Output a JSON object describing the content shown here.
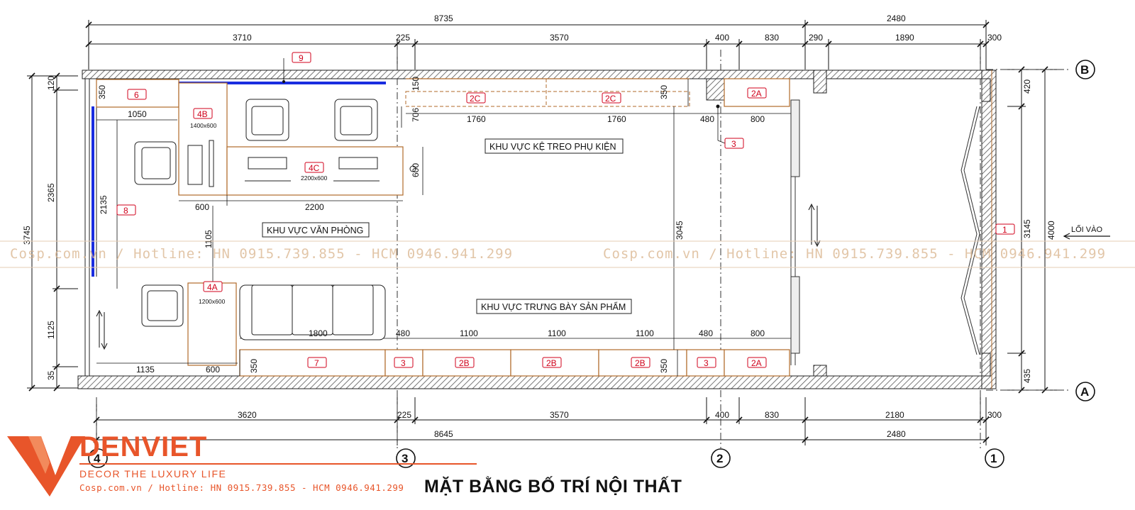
{
  "title": "MẶT BẰNG BỐ TRÍ NỘI THẤT",
  "brand": {
    "name": "DENVIET",
    "slogan": "DECOR THE LUXURY LIFE",
    "hotline": "Cosp.com.vn / Hotline: HN 0915.739.855 - HCM 0946.941.299",
    "color": "#e8552a"
  },
  "watermark": {
    "left": "Cosp.com.vn / Hotline: HN 0915.739.855 - HCM 0946.941.299",
    "right": "Cosp.com.vn / Hotline: HN 0915.739.855 - HCM 0946.941.299"
  },
  "dims_top": {
    "total_left": "8735",
    "total_right": "2480",
    "seg_1": "3710",
    "seg_2": "225",
    "seg_3": "3570",
    "seg_4": "400",
    "seg_5": "830",
    "seg_6": "290",
    "seg_7": "1890",
    "seg_8": "300"
  },
  "dims_bottom": {
    "seg_1": "3620",
    "seg_2": "225",
    "seg_3": "3570",
    "seg_4": "400",
    "seg_5": "830",
    "seg_6": "2180",
    "seg_7": "300",
    "total_left": "8645",
    "total_right": "2480"
  },
  "dims_left": {
    "total": "3745",
    "seg_1": "120",
    "seg_2": "2365",
    "seg_3": "1125",
    "seg_4": "35"
  },
  "dims_right": {
    "total": "4000",
    "seg_1": "420",
    "seg_2": "3145",
    "seg_3": "435"
  },
  "dims_inner": {
    "d350a": "350",
    "d1050": "1050",
    "d2135": "2135",
    "d1105": "1105",
    "d600a": "600",
    "d2200": "2200",
    "d600b": "600",
    "d150": "150",
    "d706": "706",
    "d1760a": "1760",
    "d1760b": "1760",
    "d350b": "350",
    "d480a": "480",
    "d800a": "800",
    "d3045": "3045",
    "d1800": "1800",
    "d480b": "480",
    "d1100a": "1100",
    "d1100b": "1100",
    "d1100c": "1100",
    "d480c": "480",
    "d800b": "800",
    "d1135": "1135",
    "d600c": "600",
    "d350c": "350",
    "d350d": "350"
  },
  "zones": {
    "accessories": "KHU VỰC KỆ TREO PHỤ KIỆN",
    "office": "KHU VỰC VĂN PHÒNG",
    "display": "KHU VỰC TRƯNG BÀY SẢN PHẨM"
  },
  "tags": {
    "t1": "1",
    "t2a_top": "2A",
    "t2a_bot": "2A",
    "t2b_1": "2B",
    "t2b_2": "2B",
    "t2b_3": "2B",
    "t2c_1": "2C",
    "t2c_2": "2C",
    "t3_top": "3",
    "t3_bot1": "3",
    "t3_bot2": "3",
    "t4a": "4A",
    "t4b": "4B",
    "t4c": "4C",
    "t6": "6",
    "t7": "7",
    "t8": "8",
    "t9": "9"
  },
  "furniture_sizes": {
    "s4b": "1400x600",
    "s4c": "2200x600",
    "s4a": "1200x600"
  },
  "grid": {
    "g1": "1",
    "g2": "2",
    "g3": "3",
    "g4": "4",
    "gA": "A",
    "gB": "B"
  },
  "entry": "LỐI VÀO"
}
